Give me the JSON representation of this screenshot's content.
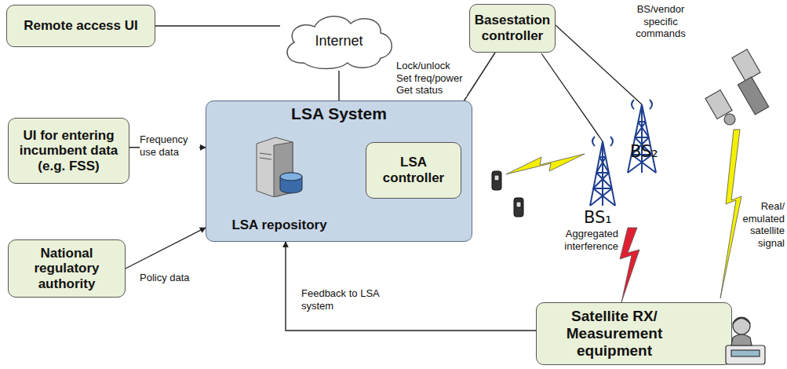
{
  "diagram": {
    "nodes": [
      {
        "text": [
          "Remote access UI"
        ]
      },
      {
        "text": [
          "Internet"
        ]
      },
      {
        "text": [
          "LSA System"
        ]
      },
      {
        "text": [
          "LSA repository"
        ],
        "in": 2
      },
      {
        "text": [
          "LSA controller"
        ],
        "in": 2
      },
      {
        "text": [
          "UI for entering incumbent data (e.g. FSS)"
        ]
      },
      {
        "text": [
          "National regulatory authority"
        ]
      },
      {
        "text": [
          "Basestation controller"
        ]
      },
      {
        "text": [
          "Satellite RX/ Measurement equipment"
        ]
      }
    ],
    "edges": [
      {
        "from": 0,
        "to": 1,
        "arrow": "none"
      },
      {
        "from": 1,
        "to": 2,
        "arrow": "none"
      },
      {
        "from": 5,
        "to": 2,
        "arrow": "to",
        "label": "Frequency use data"
      },
      {
        "from": 6,
        "to": 2,
        "arrow": "to",
        "label": "Policy data"
      },
      {
        "from": 3,
        "to": 4,
        "arrow": "both"
      },
      {
        "from": 4,
        "to": 7,
        "arrow": "none",
        "label": "Lock/unlock Set freq/power Get status"
      },
      {
        "from": 8,
        "to": 2,
        "arrow": "to",
        "label": "Feedback to LSA system"
      }
    ],
    "labels": [
      "BS/vendor specific commands",
      "BS₁",
      "BS₂",
      "Aggregated interference",
      "Real/ emulated satellite signal"
    ]
  }
}
